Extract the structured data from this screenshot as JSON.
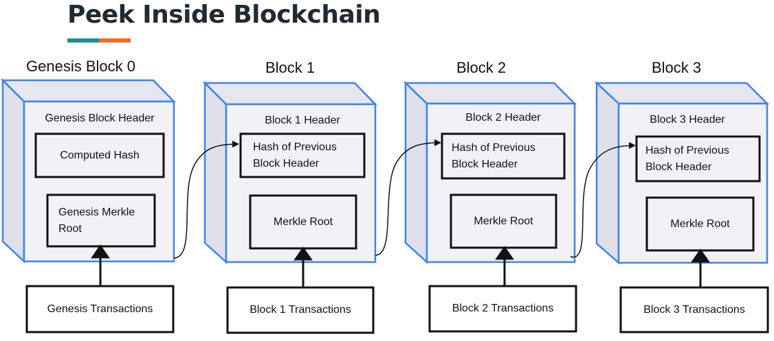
{
  "title": "Peek Inside Blockchain",
  "colors": {
    "accent_teal": "#1a8f8f",
    "accent_orange": "#f26c24",
    "cube_edge": "#3b82f6",
    "cube_face": "#f2f2f6"
  },
  "blocks": [
    {
      "title": "Genesis Block 0",
      "header": "Genesis Block Header",
      "hash_box": "Computed Hash",
      "merkle_box": "Genesis Merkle Root",
      "transactions": "Genesis Transactions"
    },
    {
      "title": "Block 1",
      "header": "Block 1 Header",
      "hash_box": "Hash of Previous Block Header",
      "merkle_box": "Merkle Root",
      "transactions": "Block 1 Transactions"
    },
    {
      "title": "Block 2",
      "header": "Block 2 Header",
      "hash_box": "Hash of Previous Block Header",
      "merkle_box": "Merkle Root",
      "transactions": "Block 2 Transactions"
    },
    {
      "title": "Block 3",
      "header": "Block 3 Header",
      "hash_box": "Hash of Previous Block Header",
      "merkle_box": "Merkle Root",
      "transactions": "Block 3 Transactions"
    }
  ]
}
